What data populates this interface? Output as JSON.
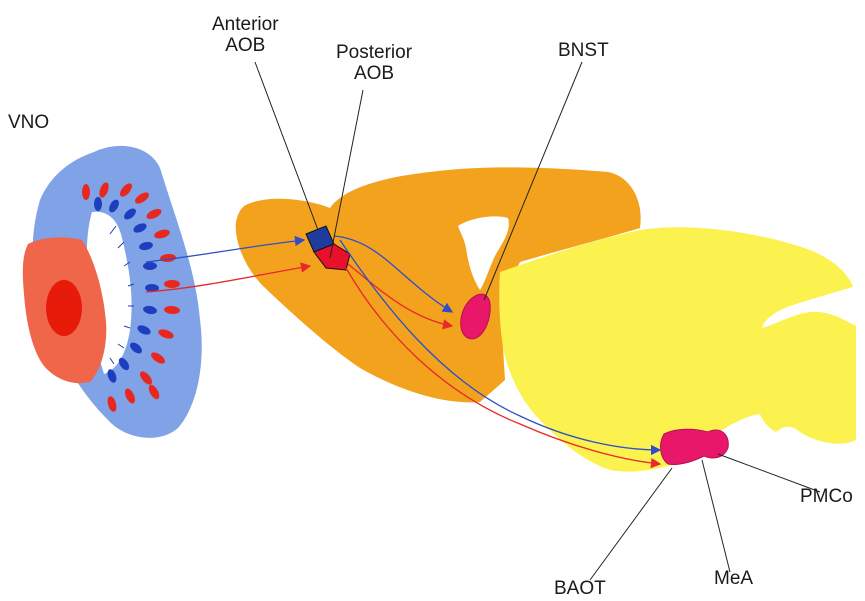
{
  "labels": {
    "vno": "VNO",
    "anterior_aob": [
      "Anterior",
      "AOB"
    ],
    "posterior_aob": [
      "Posterior",
      "AOB"
    ],
    "bnst": "BNST",
    "pmco": "PMCo",
    "mea": "MeA",
    "baot": "BAOT"
  },
  "colors": {
    "vno_tissue": "#7fa3e6",
    "vno_lumen_rim": "#f0664a",
    "vno_core": "#e81a0a",
    "neuron_red": "#e8281e",
    "neuron_blue": "#1d3fbf",
    "forebrain": "#f3a21e",
    "hemisphere": "#fbf24f",
    "anterior_aob": "#1f3b9e",
    "posterior_aob": "#e8102a",
    "nuclei": "#e8176a",
    "projection_blue": "#2d4fc7",
    "projection_red": "#e8282a"
  }
}
